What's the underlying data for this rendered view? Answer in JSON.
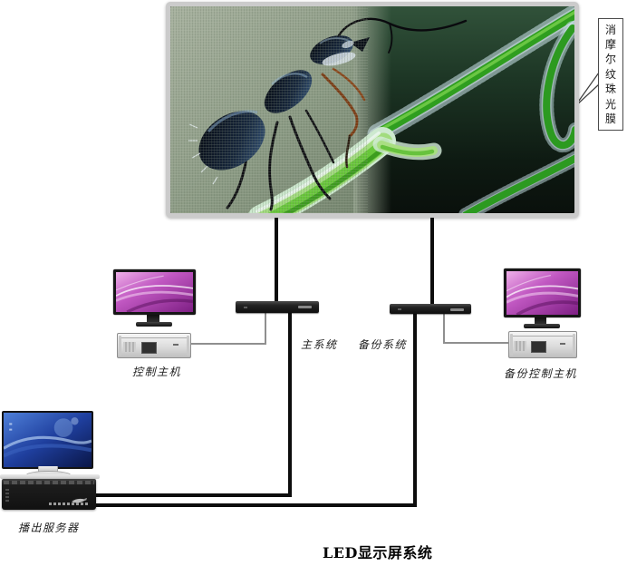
{
  "page": {
    "title_label": "LED显示屏系统"
  },
  "led_screen": {
    "annotation_label": "消摩尔纹珠光膜"
  },
  "nodes": {
    "control_host": {
      "label": "控制主机"
    },
    "main_system": {
      "label": "主系统"
    },
    "backup_system": {
      "label": "备份系统"
    },
    "backup_control_host": {
      "label": "备份控制主机"
    },
    "broadcast_server": {
      "label": "播出服务器"
    }
  },
  "icons": {
    "media_logo": "brand-swoosh-icon"
  },
  "colors": {
    "cable_thick": "#0d0d0d",
    "cable_signal": "#8f8f8f",
    "screen_frame": "#cbcbcb",
    "stem_green": "#2f9e1f",
    "moire_left_base": "#8b9a84",
    "right_half_dark": "#14231a",
    "wallpaper_purple": "#c158c2",
    "wallpaper_blue": "#1f3f9e"
  }
}
